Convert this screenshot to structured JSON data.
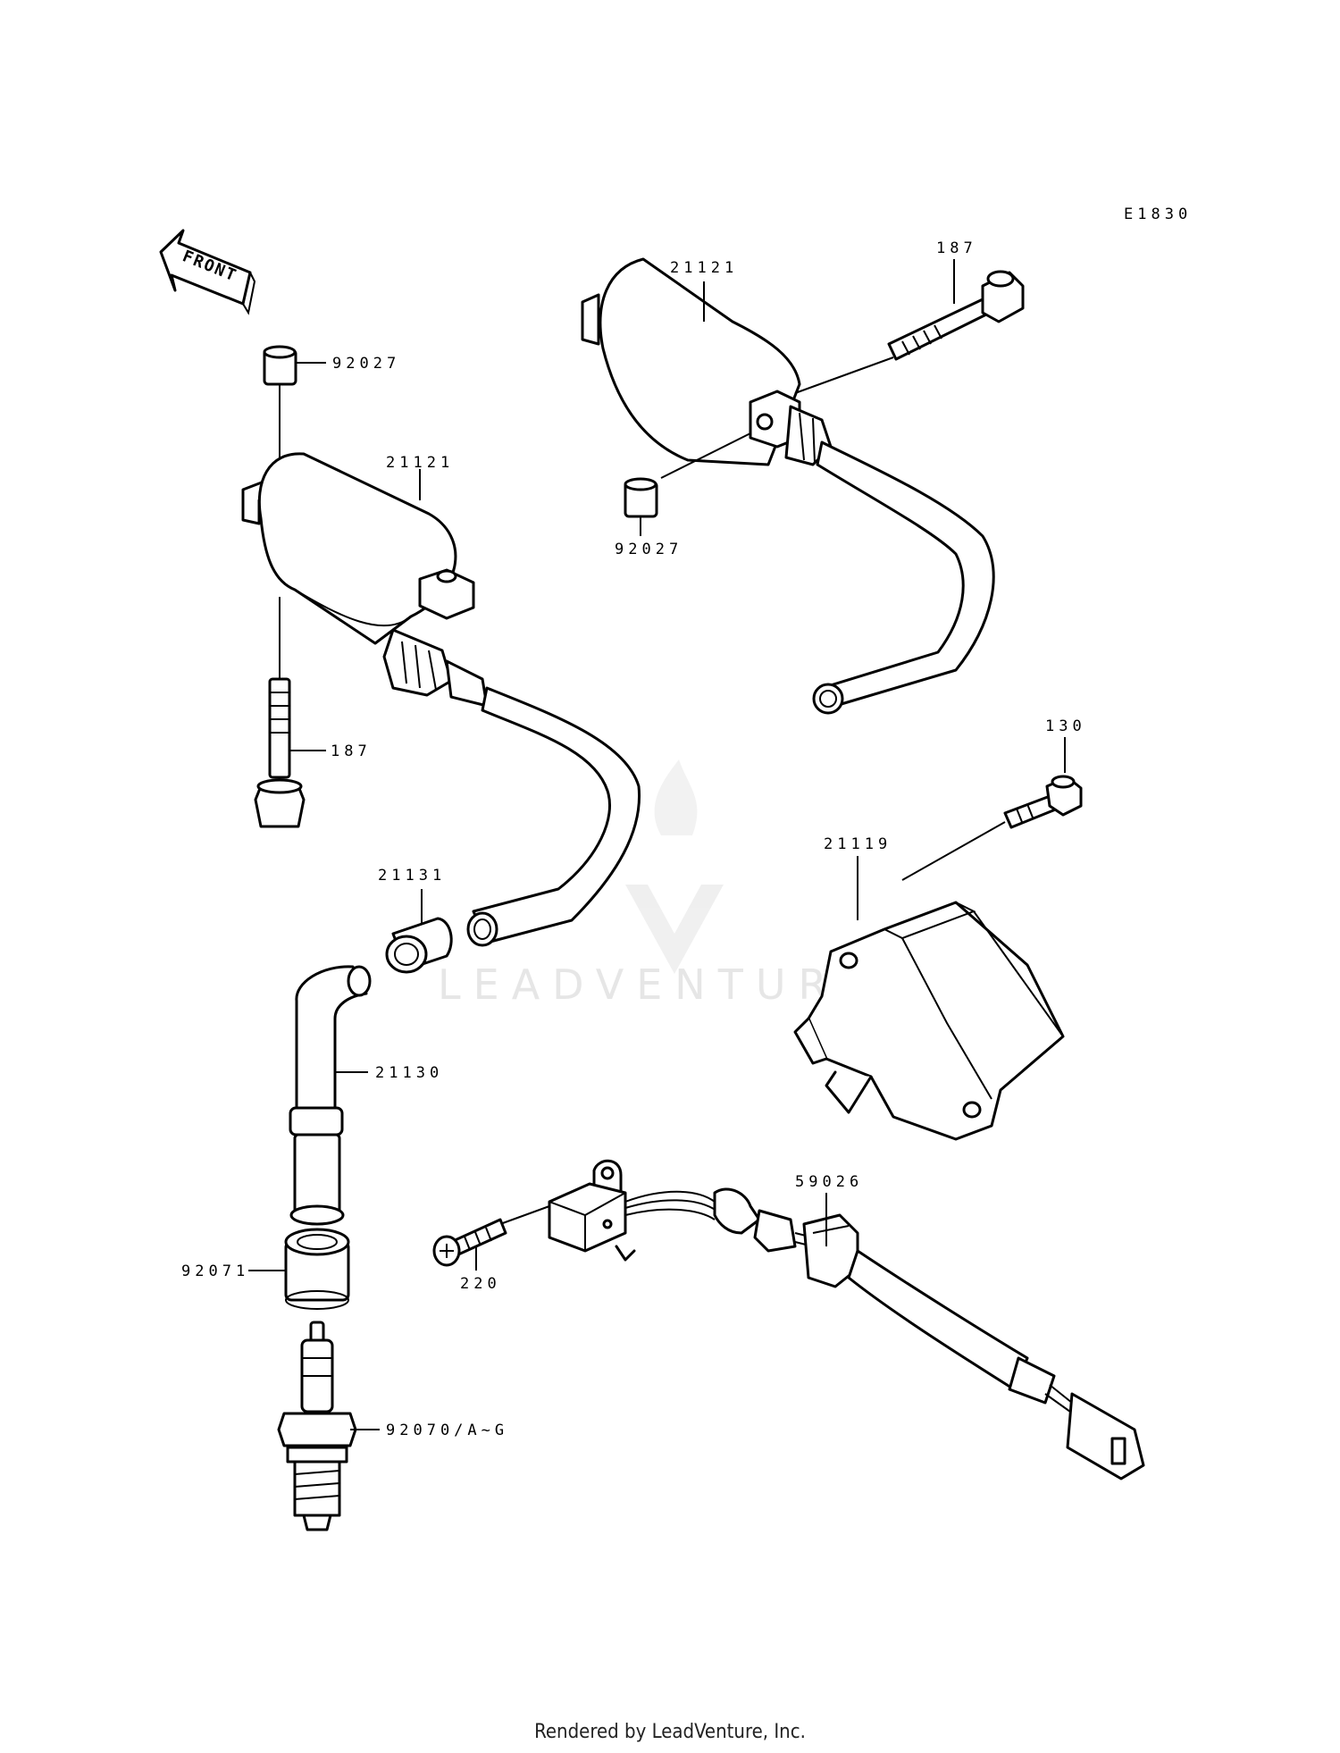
{
  "diagram_code": "E1830",
  "front_label": "FRONT",
  "watermark": "LEADVENTURE",
  "footer": "Rendered by LeadVenture, Inc.",
  "parts": {
    "collar_top_left": "92027",
    "coil_left": "21121",
    "bolt_left": "187",
    "coil_right": "21121",
    "bolt_right": "187",
    "collar_right": "92027",
    "cap_nut": "21131",
    "plug_cap": "21130",
    "seal": "92071",
    "spark_plug": "92070/A~G",
    "igniter_bolt": "130",
    "igniter": "21119",
    "pickup_coil": "59026",
    "screw": "220"
  }
}
